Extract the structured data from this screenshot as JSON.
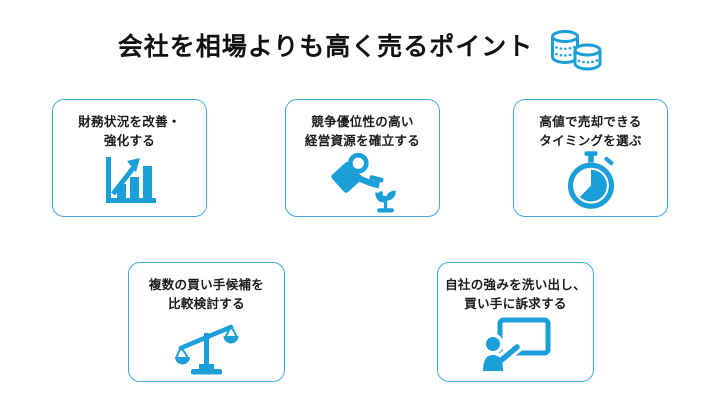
{
  "page": {
    "background_color": "#ffffff",
    "accent_color": "#1b9fd8",
    "card_border_color": "#3fa9da",
    "text_color": "#1a1a1a"
  },
  "header": {
    "title": "会社を相場よりも高く売るポイント",
    "icon": "coins-icon"
  },
  "cards": [
    {
      "id": "improve-finances",
      "line1": "財務状況を改善・",
      "line2": "強化する",
      "icon": "bar-chart-icon"
    },
    {
      "id": "competitive-resources",
      "line1": "競争優位性の高い",
      "line2": "経営資源を確立する",
      "icon": "watering-can-icon"
    },
    {
      "id": "sell-timing",
      "line1": "高値で売却できる",
      "line2": "タイミングを選ぶ",
      "icon": "stopwatch-icon"
    },
    {
      "id": "compare-buyers",
      "line1": "複数の買い手候補を",
      "line2": "比較検討する",
      "icon": "scale-icon"
    },
    {
      "id": "appeal-strengths",
      "line1": "自社の強みを洗い出し、",
      "line2": "買い手に訴求する",
      "icon": "presentation-icon"
    }
  ]
}
